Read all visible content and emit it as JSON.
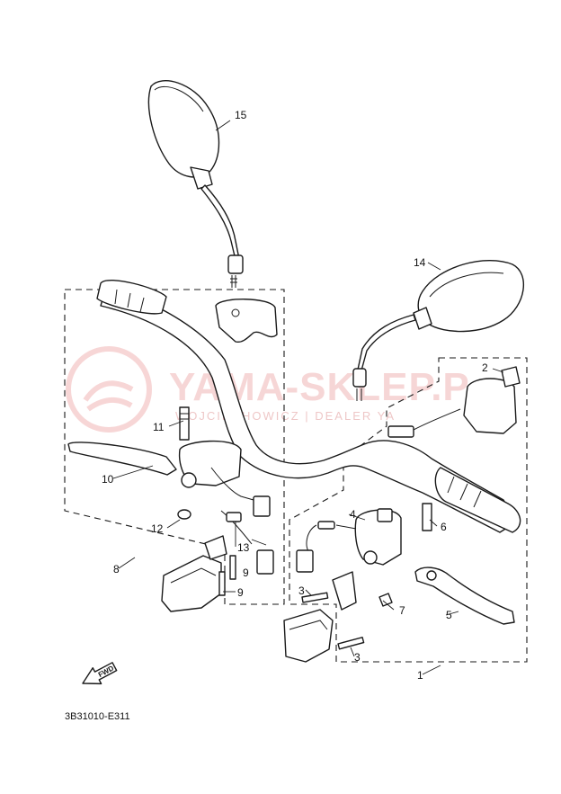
{
  "diagram_code": "3B31010-E311",
  "fwd_label": "FWD",
  "watermark": {
    "title": "YAMA-SKLEP.P",
    "subtitle": "WOJCIECHOWICZ | DEALER YA"
  },
  "callouts": {
    "c1": "1",
    "c2": "2",
    "c3a": "3",
    "c3b": "3",
    "c4": "4",
    "c5": "5",
    "c6": "6",
    "c7": "7",
    "c8": "8",
    "c9a": "9",
    "c9b": "9",
    "c10": "10",
    "c11": "11",
    "c12": "12",
    "c13": "13",
    "c14": "14",
    "c15": "15"
  },
  "colors": {
    "line": "#1a1a1a",
    "watermark": "#f0b6b6",
    "background": "#ffffff"
  }
}
